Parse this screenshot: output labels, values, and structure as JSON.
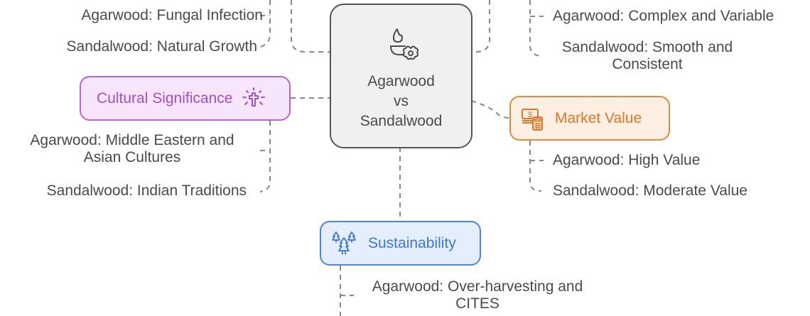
{
  "diagram": {
    "central": {
      "title": "Agarwood\nvs\nSandalwood",
      "icon": "incense-burner-flower-icon"
    },
    "branches": {
      "origin": {
        "items": [
          "Agarwood: Fungal Infection",
          "Sandalwood: Natural Growth"
        ]
      },
      "aroma": {
        "items": [
          "Agarwood: Complex and Variable",
          "Sandalwood: Smooth and\nConsistent"
        ]
      },
      "cultural": {
        "label": "Cultural Significance",
        "icon": "sparkling-cross-icon",
        "items": [
          "Agarwood: Middle Eastern and\nAsian Cultures",
          "Sandalwood: Indian Traditions"
        ]
      },
      "market": {
        "label": "Market Value",
        "icon": "money-calculator-icon",
        "items": [
          "Agarwood: High Value",
          "Sandalwood: Moderate Value"
        ]
      },
      "sustainability": {
        "label": "Sustainability",
        "icon": "trees-icon",
        "items": [
          "Agarwood: Over-harvesting and\nCITES"
        ]
      }
    },
    "colors": {
      "connector": "#888888",
      "central_fill": "#f0f0f0",
      "central_stroke": "#555555",
      "cultural": "#b866d6",
      "market": "#e28a3d",
      "sustainability": "#4a86e0",
      "text": "#4a4a4a"
    }
  }
}
